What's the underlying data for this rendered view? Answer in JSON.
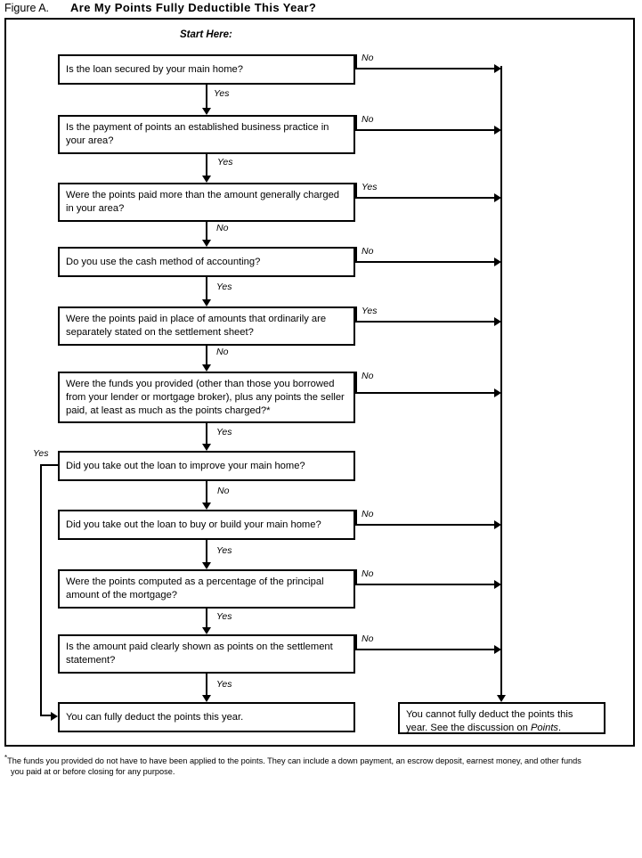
{
  "figure": {
    "label": "Figure A.",
    "title": "Are My Points Fully Deductible This Year?"
  },
  "start_label": "Start Here:",
  "labels": {
    "yes": "Yes",
    "no": "No"
  },
  "nodes": [
    {
      "id": "q1",
      "text": "Is the loan secured by your main home?",
      "down_label": "Yes",
      "right_label": "No"
    },
    {
      "id": "q2",
      "text": "Is the payment of points an established business practice in your area?",
      "down_label": "Yes",
      "right_label": "No"
    },
    {
      "id": "q3",
      "text": "Were the points paid more than the amount generally charged in your area?",
      "down_label": "No",
      "right_label": "Yes"
    },
    {
      "id": "q4",
      "text": "Do you use the cash method of accounting?",
      "down_label": "Yes",
      "right_label": "No"
    },
    {
      "id": "q5",
      "text": "Were the points paid in place of amounts that ordinarily are separately stated on the settlement sheet?",
      "down_label": "No",
      "right_label": "Yes"
    },
    {
      "id": "q6",
      "text": "Were the funds you provided (other than those you borrowed from your lender or mortgage broker), plus any points the seller paid, at least as much as the points charged?*",
      "down_label": "Yes",
      "right_label": "No"
    },
    {
      "id": "q7",
      "text": "Did you take out the loan to improve your main home?",
      "down_label": "No",
      "left_label": "Yes"
    },
    {
      "id": "q8",
      "text": "Did you take out the loan to buy or build your main home?",
      "down_label": "Yes",
      "right_label": "No"
    },
    {
      "id": "q9",
      "text": "Were the points computed as a percentage of the principal amount of the mortgage?",
      "down_label": "Yes",
      "right_label": "No"
    },
    {
      "id": "q10",
      "text": "Is the amount paid clearly shown as points on the settlement statement?",
      "down_label": "Yes",
      "right_label": "No"
    }
  ],
  "outcomes": {
    "yes_outcome": "You can fully deduct the points this year.",
    "no_outcome_line1": "You cannot fully deduct the points this",
    "no_outcome_line2_pre": "year. See the discussion on ",
    "no_outcome_italic": "Points",
    "no_outcome_line2_post": "."
  },
  "footnote": {
    "marker": "*",
    "line1": "The funds you provided do not have to have been applied to the points. They can include a down payment, an escrow deposit, earnest money, and other funds",
    "line2": "you paid at or before closing for any purpose."
  }
}
